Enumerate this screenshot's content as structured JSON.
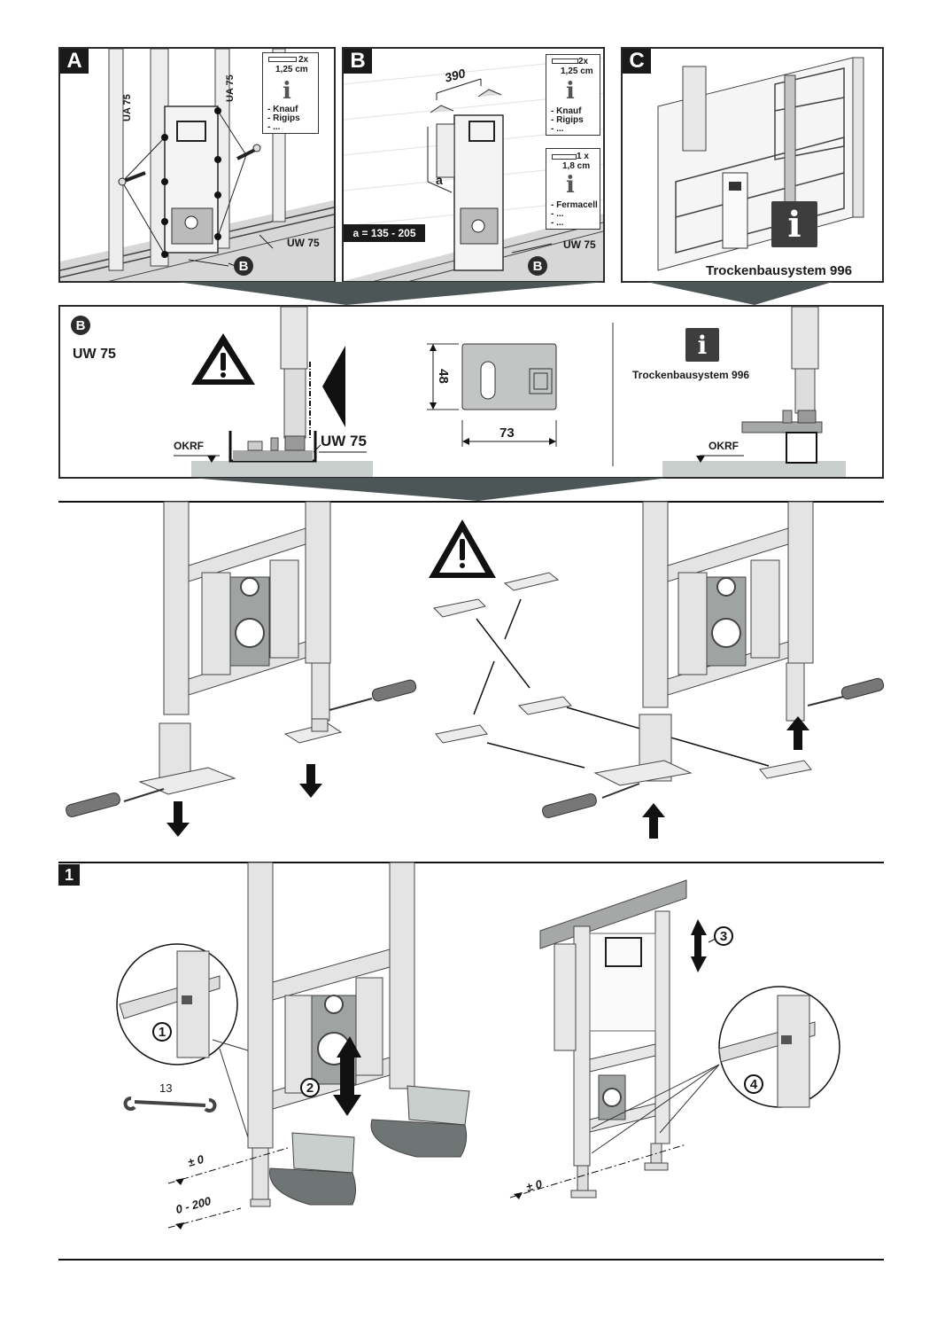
{
  "panels": {
    "a": {
      "letter": "A",
      "stud_label_left": "UA 75",
      "stud_label_right": "UA 75",
      "track_label": "UW 75",
      "callout": "B",
      "note": {
        "qty": "2x",
        "thickness": "1,25 cm",
        "icon": "info-icon",
        "items": [
          "- Knauf",
          "- Rigips",
          "- ..."
        ]
      }
    },
    "b": {
      "letter": "B",
      "width_dim": "390",
      "depth_dim": "a",
      "depth_range": "a = 135 - 205",
      "track_label": "UW 75",
      "callout": "B",
      "note_top": {
        "qty": "2x",
        "thickness": "1,25 cm",
        "icon": "info-icon",
        "items": [
          "- Knauf",
          "- Rigips",
          "- ..."
        ]
      },
      "note_bottom": {
        "qty": "1 x",
        "thickness": "1,8 cm",
        "icon": "info-icon",
        "items": [
          "- Fermacell",
          "- ...",
          "- ..."
        ]
      }
    },
    "c": {
      "letter": "C",
      "icon": "info-icon",
      "system_label": "Trockenbausystem 996"
    }
  },
  "detail_b": {
    "callout": "B",
    "title": "UW 75",
    "warning_icon": "warning-icon",
    "floor_label_left": "OKRF",
    "track_label": "UW 75",
    "plate_height": "48",
    "plate_width": "73",
    "info_icon": "info-icon",
    "system_label": "Trockenbausystem 996",
    "floor_label_right": "OKRF"
  },
  "foot_section": {
    "warning_icon": "warning-icon",
    "left_arrows": [
      "down",
      "down"
    ],
    "right_arrows": [
      "up",
      "up"
    ]
  },
  "step1": {
    "number": "1",
    "substeps": [
      "1",
      "2",
      "3",
      "4"
    ],
    "wrench_size": "13",
    "level_top": "± 0",
    "level_range": "0 - 200",
    "level_right": "± 0"
  }
}
